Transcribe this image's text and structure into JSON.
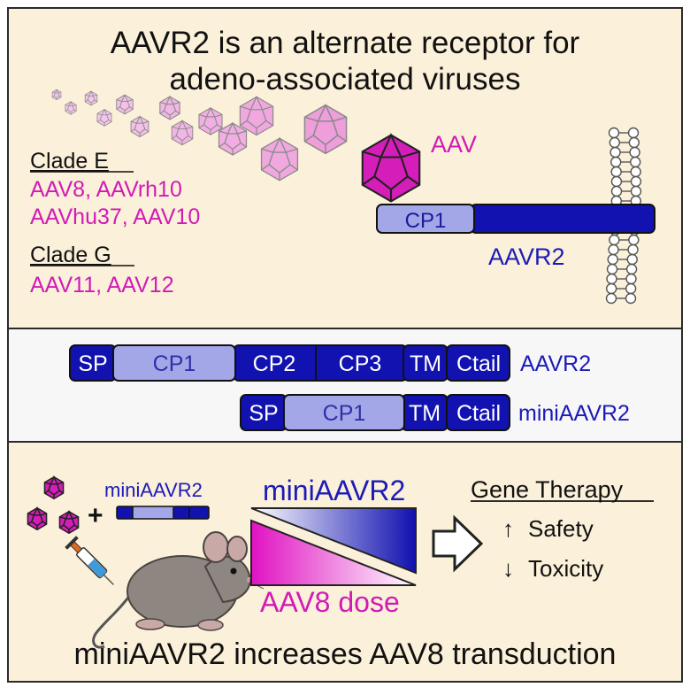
{
  "title": {
    "line1": "AAVR2 is an alternate receptor for",
    "line2": "adeno-associated viruses"
  },
  "top_panel": {
    "virus_label": "AAV",
    "receptor_domain_label": "CP1",
    "receptor_label": "AAVR2",
    "clades": [
      {
        "heading": "Clade E",
        "members": [
          "AAV8, AAVrh10",
          "AAVhu37, AAV10"
        ]
      },
      {
        "heading": "Clade G",
        "members": [
          "AAV11, AAV12"
        ]
      }
    ]
  },
  "middle_panel": {
    "constructs": [
      {
        "name": "AAVR2",
        "domains": [
          "SP",
          "CP1",
          "CP2",
          "CP3",
          "TM",
          "Ctail"
        ]
      },
      {
        "name": "miniAAVR2",
        "domains": [
          "SP",
          "CP1",
          "TM",
          "Ctail"
        ]
      }
    ]
  },
  "bottom_panel": {
    "construct_label": "miniAAVR2",
    "plus_sign": "+",
    "gradient_top_label": "miniAAVR2",
    "gradient_bottom_label": "AAV8 dose",
    "therapy_heading": "Gene Therapy",
    "outcomes": [
      {
        "arrow": "↑",
        "label": "Safety"
      },
      {
        "arrow": "↓",
        "label": "Toxicity"
      }
    ],
    "footer": "miniAAVR2 increases AAV8 transduction"
  },
  "colors": {
    "panel_background": "#fbf0d9",
    "middle_background": "#f7f7f7",
    "receptor_dark": "#1212b0",
    "receptor_light": "#a3a7e8",
    "virus_magenta": "#d41db9",
    "virus_pink": "#f2a9e4",
    "text_magenta": "#d11bb5",
    "text_blue": "#1b1bb8"
  }
}
